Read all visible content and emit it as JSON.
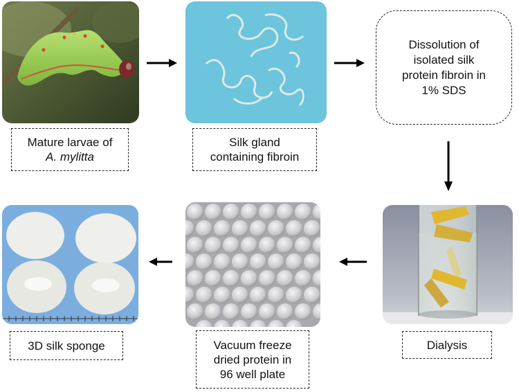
{
  "steps": {
    "larvae": {
      "line1": "Mature larvae of",
      "line2": "A. mylitta"
    },
    "gland": {
      "line1": "Silk gland",
      "line2": "containing fibroin"
    },
    "dissolution": {
      "line1": "Dissolution of",
      "line2": "isolated silk",
      "line3": "protein fibroin in",
      "line4": "1% SDS"
    },
    "dialysis": {
      "line1": "Dialysis"
    },
    "freeze": {
      "line1": "Vacuum freeze",
      "line2": "dried protein in",
      "line3": "96 well plate"
    },
    "sponge": {
      "line1": "3D silk sponge"
    }
  },
  "colors": {
    "larva_green": "#8fcf4a",
    "gland_blue": "#5fbcd8",
    "sponge_blue": "#6aa4d8",
    "dialysis_yellow": "#e0b830"
  }
}
